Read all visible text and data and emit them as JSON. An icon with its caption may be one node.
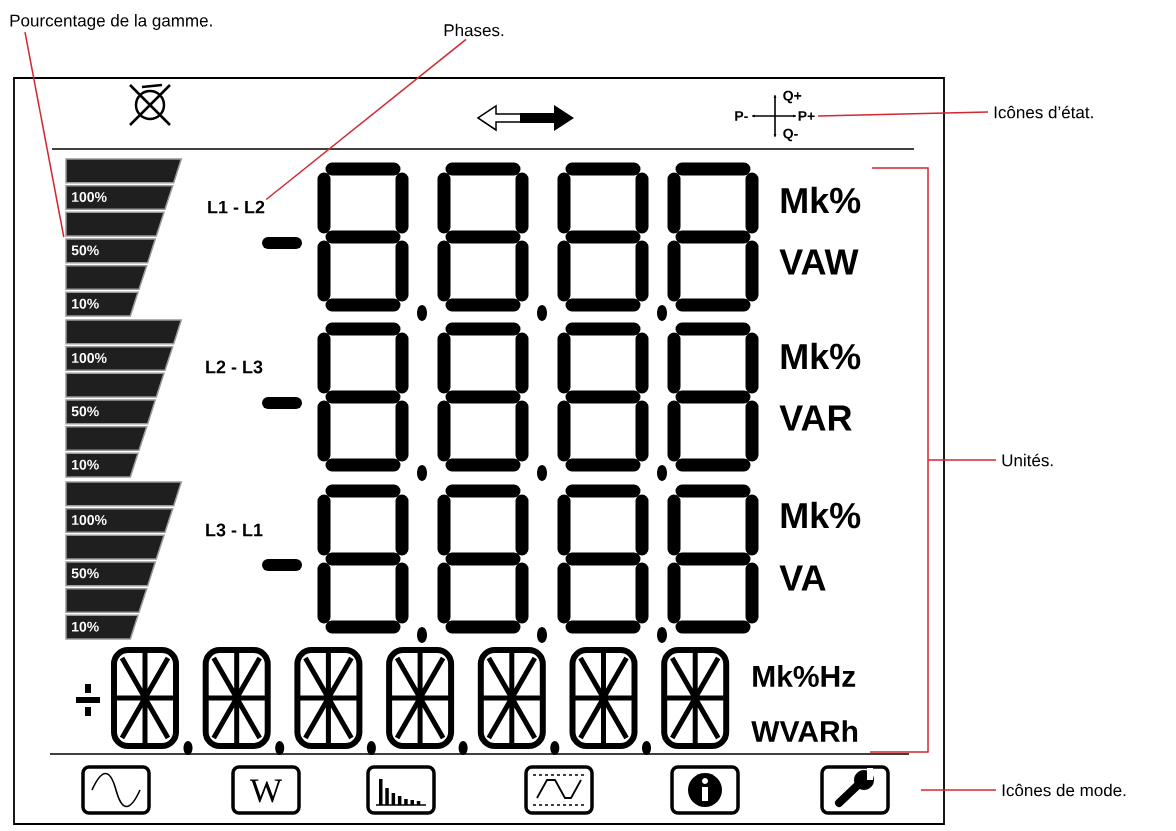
{
  "diagram": {
    "nodes": [
      {
        "text": [
          "Pourcentage de la gamme."
        ]
      },
      {
        "text": [],
        "shape": "bar"
      },
      {
        "text": [
          "Phases."
        ]
      },
      {
        "text": [
          "L1 - L2"
        ]
      },
      {
        "text": [
          "Icônes d’état."
        ]
      },
      {
        "text": [
          "Q+",
          "P-",
          "P+",
          "Q-"
        ]
      },
      {
        "text": [
          "Unités."
        ]
      },
      {
        "text": [
          "Icônes de mode."
        ]
      },
      {
        "text": [],
        "shape": "bar"
      },
      {
        "text": [],
        "shape": "bar"
      },
      {
        "text": [],
        "shape": "bracket"
      }
    ],
    "edges": [
      {
        "from": 0,
        "to": 1,
        "arrow": "none"
      },
      {
        "from": 2,
        "to": 3,
        "arrow": "none"
      },
      {
        "from": 4,
        "to": 5,
        "arrow": "none"
      },
      {
        "from": 6,
        "to": 10,
        "arrow": "none"
      },
      {
        "from": 7,
        "to": null,
        "arrow": "none"
      }
    ],
    "labels": [
      "100%",
      "50%",
      "10%",
      "Mk%",
      "VAW",
      "100%",
      "50%",
      "10%",
      "L2 - L3",
      "Mk%",
      "VAR",
      "100%",
      "50%",
      "10%",
      "L3 - L1",
      "Mk%",
      "VA",
      "Mk%Hz",
      "WVARh",
      "W"
    ]
  }
}
